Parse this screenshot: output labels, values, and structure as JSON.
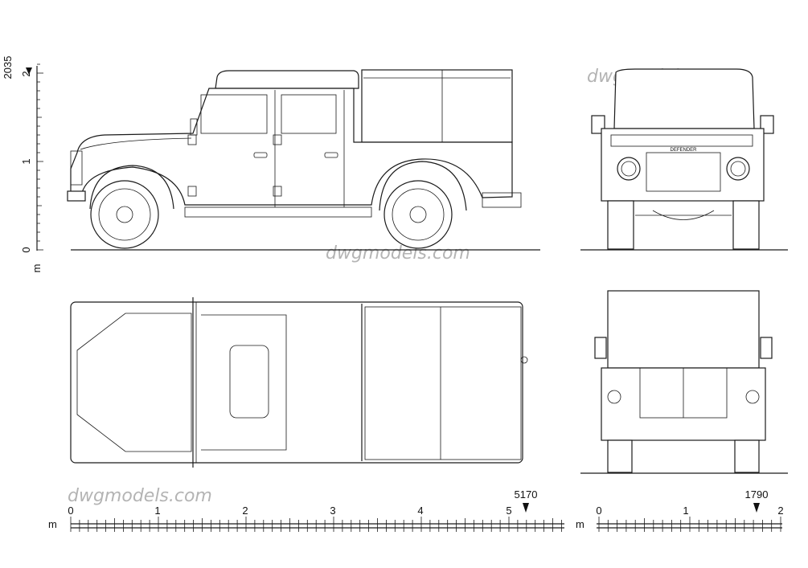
{
  "watermark": "dwgmodels.com",
  "vertical_scale": {
    "unit": "m",
    "ticks": [
      "0",
      "1",
      "2"
    ],
    "marker_value": "2035"
  },
  "long_scale": {
    "unit": "m",
    "ticks": [
      "0",
      "1",
      "2",
      "3",
      "4",
      "5"
    ],
    "marker_value": "5170"
  },
  "short_scale": {
    "unit": "m",
    "ticks": [
      "0",
      "1",
      "2"
    ],
    "marker_value": "1790"
  },
  "grille_badge": "DEFENDER"
}
